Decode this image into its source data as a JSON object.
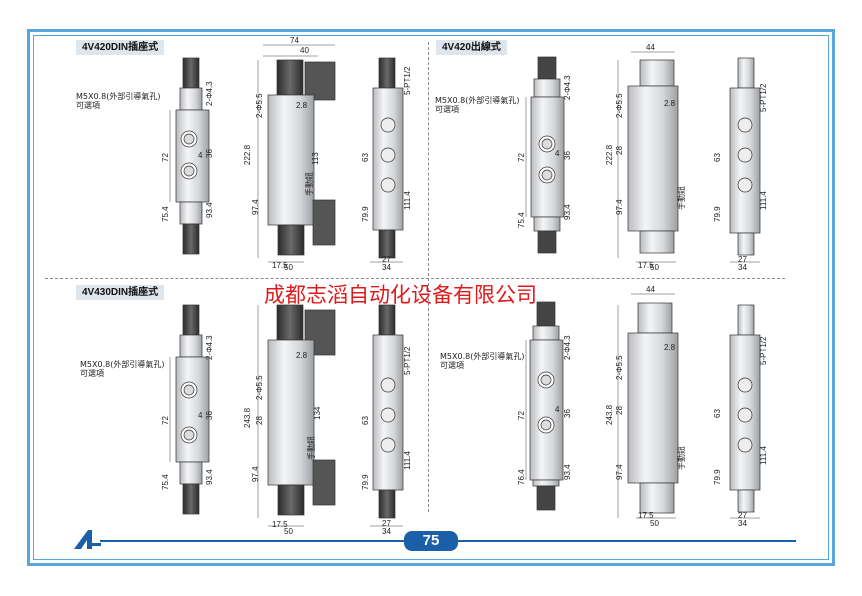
{
  "panels": {
    "tl": {
      "title": "4V420DIN插座式",
      "note_model": "M5X0.8(外部引導氣孔)",
      "note_option": "可選項"
    },
    "tr": {
      "title": "4V420出線式",
      "note_model": "M5X0.8(外部引導氣孔)",
      "note_option": "可選項"
    },
    "bl": {
      "title": "4V430DIN插座式",
      "note_model": "M5X0.8(外部引導氣孔)",
      "note_option": "可選項"
    },
    "br": {
      "note_model": "M5X0.8(外部引導氣孔)",
      "note_option": "可選項"
    }
  },
  "dims": {
    "d74": "74",
    "d40": "40",
    "d44": "44",
    "d2phi43": "2-Φ4.3",
    "d2phi55": "2-Φ5.5",
    "d28": "2.8",
    "d113": "113",
    "d134": "134",
    "d2228": "222.8",
    "d2438": "243.8",
    "d28b": "28",
    "d72": "72",
    "d36": "36",
    "d4": "4",
    "d754": "75.4",
    "d764": "76.4",
    "d754b": "75.4",
    "d934": "93.4",
    "d974": "97.4",
    "d63": "63",
    "d799": "79.9",
    "d1114": "111.4",
    "d5pt": "5-PT1/2",
    "d175": "17.5",
    "d50": "50",
    "d27": "27",
    "d34": "34",
    "manual": "手動鈕"
  },
  "watermark": "成都志滔自动化设备有限公司",
  "page_number": "75",
  "colors": {
    "frame": "#5aa6dc",
    "accent": "#1b5fa8",
    "watermark": "#e0191b",
    "label_bg": "#dfe5ec"
  }
}
